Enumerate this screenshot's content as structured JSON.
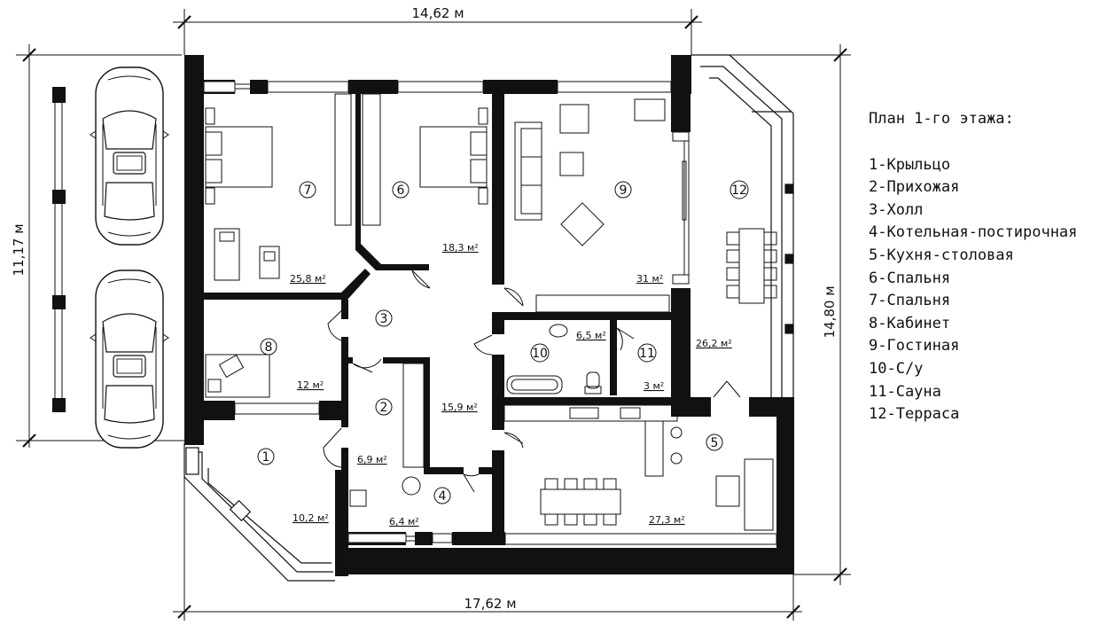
{
  "dimensions": {
    "top": "14,62 м",
    "bottom": "17,62 м",
    "left": "11,17 м",
    "right": "14,80 м"
  },
  "rooms": [
    {
      "num": "1",
      "area": "10,2 м²"
    },
    {
      "num": "2",
      "area": "6,9 м²"
    },
    {
      "num": "3",
      "area": "15,9 м²"
    },
    {
      "num": "4",
      "area": "6,4 м²"
    },
    {
      "num": "5",
      "area": "27,3 м²"
    },
    {
      "num": "6",
      "area": "18,3 м²"
    },
    {
      "num": "7",
      "area": "25,8 м²"
    },
    {
      "num": "8",
      "area": "12 м²"
    },
    {
      "num": "9",
      "area": "31 м²"
    },
    {
      "num": "10",
      "area": "6,5 м²"
    },
    {
      "num": "11",
      "area": "3 м²"
    },
    {
      "num": "12",
      "area": "26,2 м²"
    }
  ],
  "legend": {
    "title": "План 1-го этажа:",
    "items": [
      "1-Крыльцо",
      "2-Прихожая",
      "3-Холл",
      "4-Котельная-постирочная",
      "5-Кухня-столовая",
      "6-Спальня",
      "7-Спальня",
      "8-Кабинет",
      "9-Гостиная",
      "10-С/у",
      "11-Сауна",
      "12-Терраса"
    ]
  }
}
